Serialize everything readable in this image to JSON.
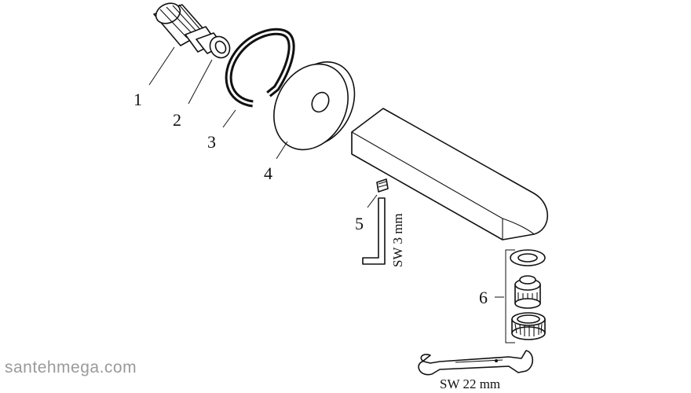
{
  "callouts": {
    "c1": "1",
    "c2": "2",
    "c3": "3",
    "c4": "4",
    "c5": "5",
    "c6": "6"
  },
  "tools": {
    "hex_key_label": "SW 3 mm",
    "wrench_label": "SW 22 mm"
  },
  "watermark": "santehmega.com",
  "colors": {
    "line": "#111111",
    "background": "#ffffff",
    "watermark": "#9a9a9a"
  }
}
